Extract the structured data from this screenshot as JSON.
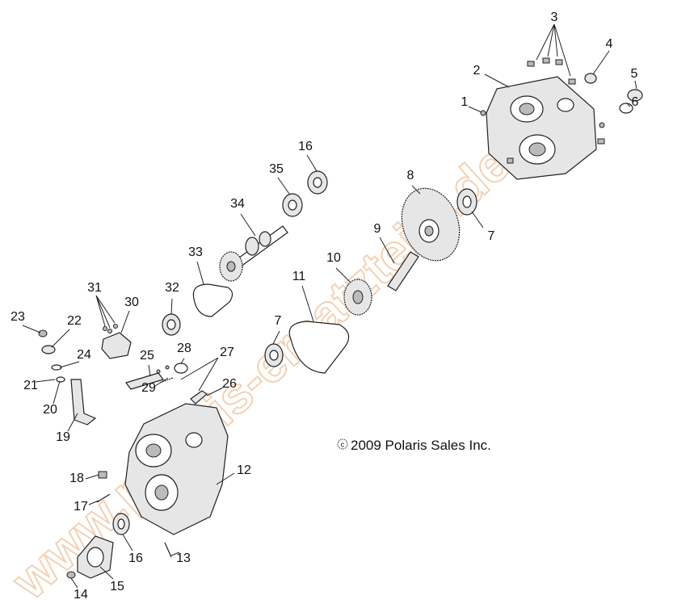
{
  "watermark": "www.polaris-ersatzteile.de",
  "copyright": "2009 Polaris Sales Inc.",
  "copyright_symbol": "c",
  "callouts": [
    "1",
    "2",
    "3",
    "4",
    "5",
    "6",
    "7",
    "8",
    "9",
    "10",
    "11",
    "12",
    "13",
    "14",
    "15",
    "16",
    "17",
    "18",
    "19",
    "20",
    "21",
    "22",
    "23",
    "24",
    "25",
    "26",
    "27",
    "28",
    "29",
    "30",
    "31",
    "32",
    "33",
    "34",
    "35"
  ]
}
